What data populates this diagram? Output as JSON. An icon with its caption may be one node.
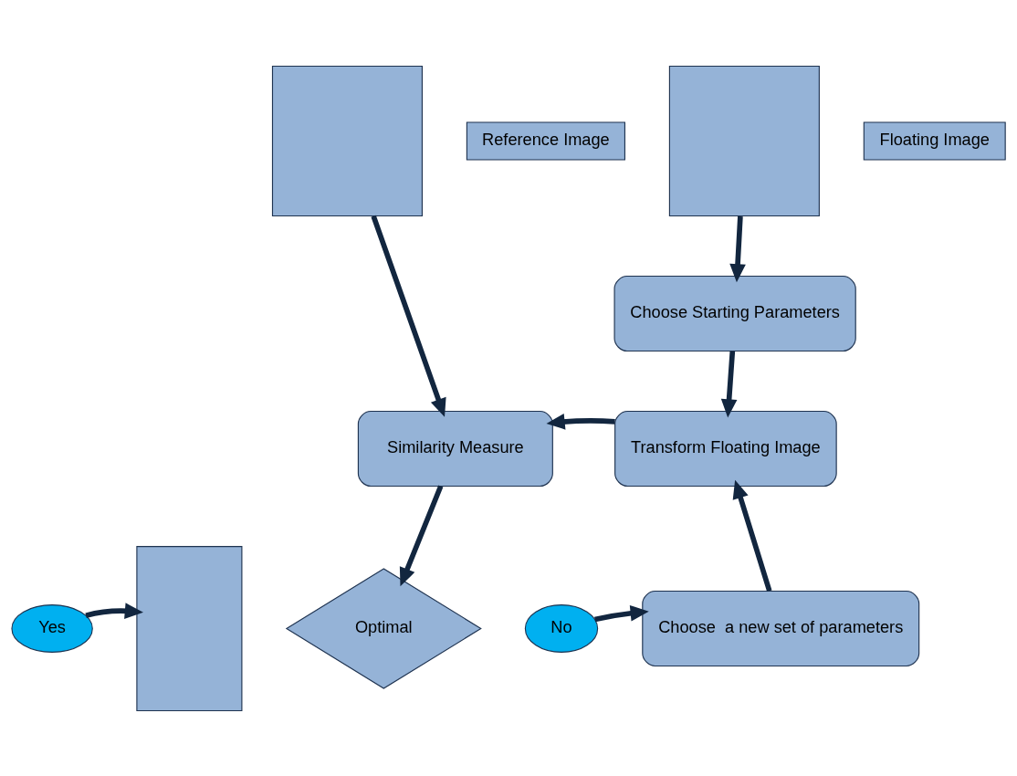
{
  "diagram": {
    "nodes": [
      {
        "text": [],
        "shape": "box"
      },
      {
        "text": [
          "Reference Image"
        ]
      },
      {
        "text": [],
        "shape": "box"
      },
      {
        "text": [
          "Floating Image"
        ]
      },
      {
        "text": [
          "Choose Starting Parameters"
        ]
      },
      {
        "text": [
          "Transform Floating Image"
        ]
      },
      {
        "text": [
          "Similarity Measure"
        ]
      },
      {
        "text": [
          "Optimal"
        ]
      },
      {
        "text": [
          "Yes"
        ]
      },
      {
        "text": [
          "No"
        ]
      },
      {
        "text": [
          "Choose  a new set of parameters"
        ]
      },
      {
        "text": [],
        "shape": "box"
      }
    ],
    "edges": [
      {
        "from": 0,
        "to": 6,
        "arrow": "to"
      },
      {
        "from": 2,
        "to": 4,
        "arrow": "to"
      },
      {
        "from": 4,
        "to": 5,
        "arrow": "to"
      },
      {
        "from": 5,
        "to": 6,
        "arrow": "to"
      },
      {
        "from": 6,
        "to": 7,
        "arrow": "to"
      },
      {
        "from": 8,
        "to": 11,
        "arrow": "to"
      },
      {
        "from": 9,
        "to": 10,
        "arrow": "to"
      },
      {
        "from": 10,
        "to": 5,
        "arrow": "to"
      }
    ]
  }
}
